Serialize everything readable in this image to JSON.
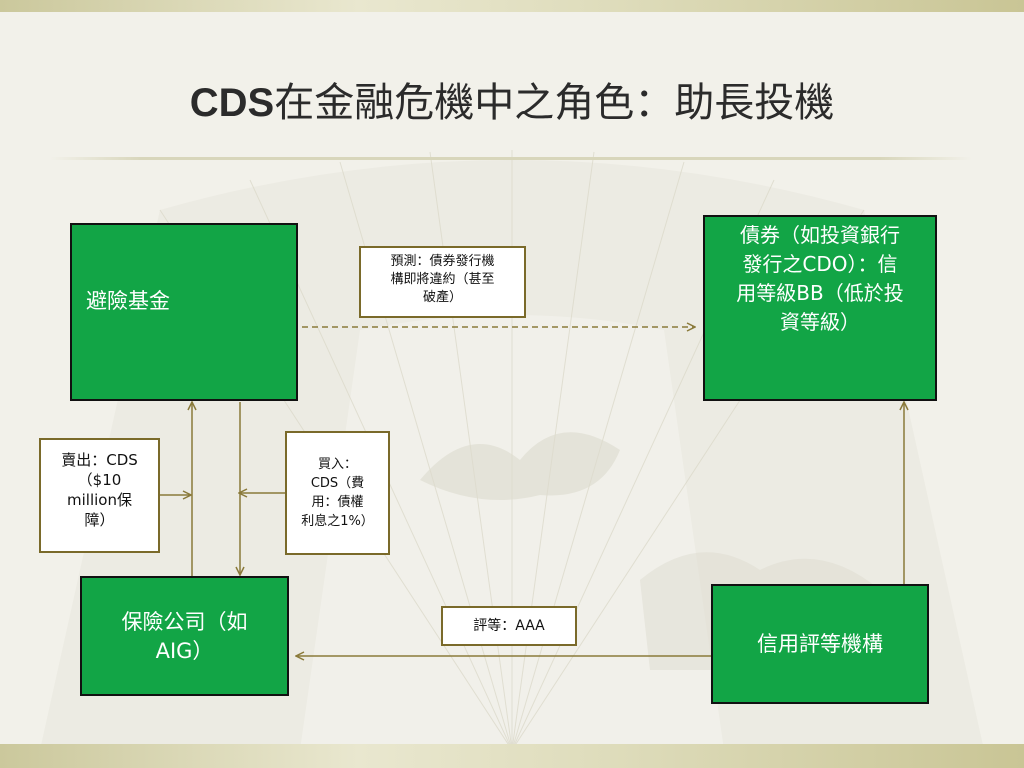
{
  "slide": {
    "title_latin": "CDS",
    "title_rest": "在金融危機中之角色：助長投機"
  },
  "nodes": {
    "hedge_fund": "避險基金",
    "bond": [
      "債券（如投資銀行",
      "發行之CDO）：信",
      "用等級BB（低於投",
      "資等級）"
    ],
    "insurer": [
      "保險公司（如",
      "AIG）"
    ],
    "rating_agency": "信用評等機構"
  },
  "callouts": {
    "forecast": [
      "預測：債券發行機",
      "構即將違約（甚至",
      "破產）"
    ],
    "sell_cds": [
      "賣出：CDS",
      "（$10",
      "million保",
      "障）"
    ],
    "buy_cds": [
      "買入：",
      "CDS（費",
      "用：債權",
      "利息之1%）"
    ],
    "rating": "評等：AAA"
  },
  "colors": {
    "node_fill": "#12a546",
    "node_border": "#111111",
    "arrow": "#8a7a3a",
    "callout_border": "#7a6a2a",
    "band": "#cbc89c"
  }
}
